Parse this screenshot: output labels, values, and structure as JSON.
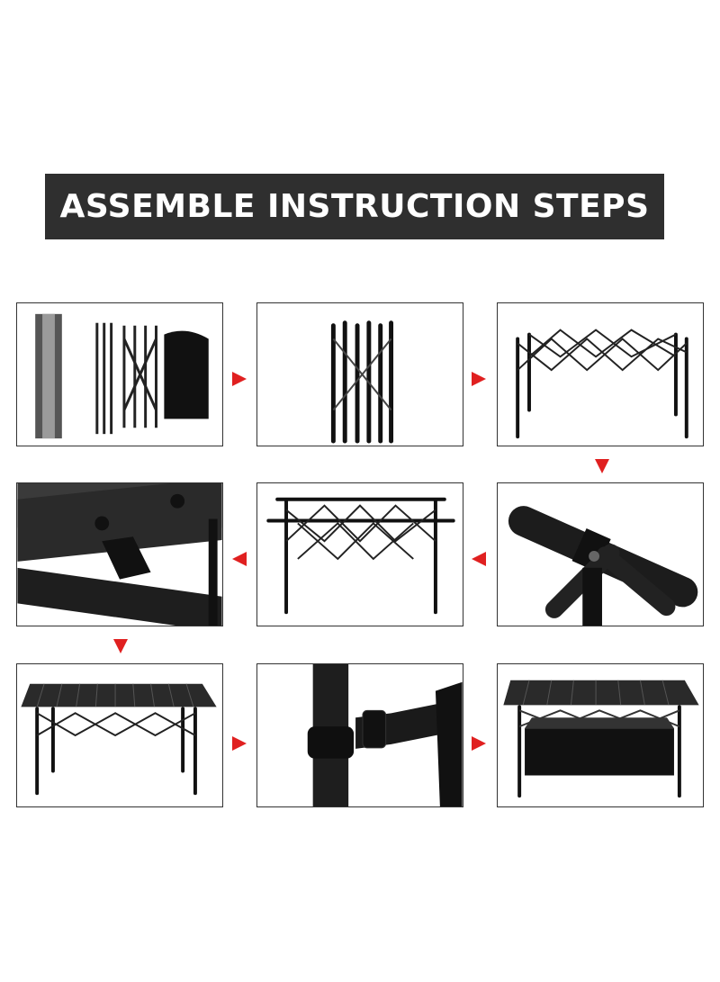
{
  "banner": {
    "title": "ASSEMBLE INSTRUCTION STEPS"
  },
  "colors": {
    "banner_bg": "#2f2f2f",
    "arrow": "#e02020",
    "frame": "#1a1a1a"
  },
  "steps": [
    {
      "name": "parts-laid-out"
    },
    {
      "name": "folded-frame"
    },
    {
      "name": "expanded-frame"
    },
    {
      "name": "tube-joint-closeup"
    },
    {
      "name": "frame-with-rails"
    },
    {
      "name": "rail-clip-closeup"
    },
    {
      "name": "table-top-attached"
    },
    {
      "name": "strap-buckle-closeup"
    },
    {
      "name": "table-with-storage-net"
    }
  ]
}
